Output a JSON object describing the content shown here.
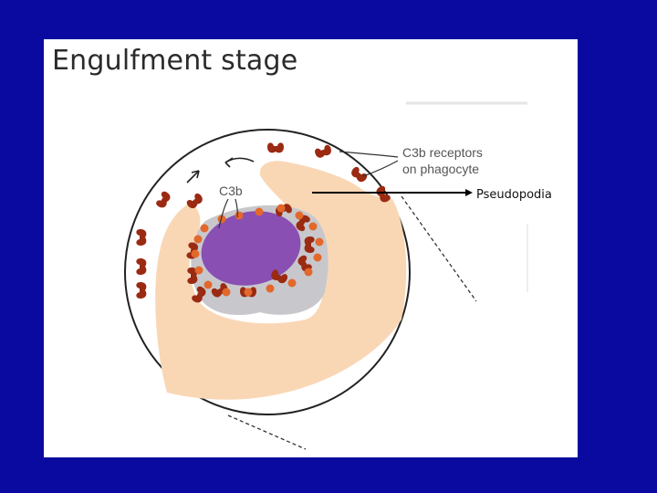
{
  "slide": {
    "title": "Engulfment stage",
    "background_color": "#0a0aa0"
  },
  "diagram": {
    "labels": {
      "c3b": "C3b",
      "receptors_line1": "C3b receptors",
      "receptors_line2": "on phagocyte",
      "pseudopodia": "Pseudopodia"
    },
    "colors": {
      "cytoplasm": "#f9d7b5",
      "vacuole": "#c8c8cc",
      "microbe": "#8a4fb3",
      "receptor": "#9a2a12",
      "c3b": "#e2682c"
    }
  }
}
